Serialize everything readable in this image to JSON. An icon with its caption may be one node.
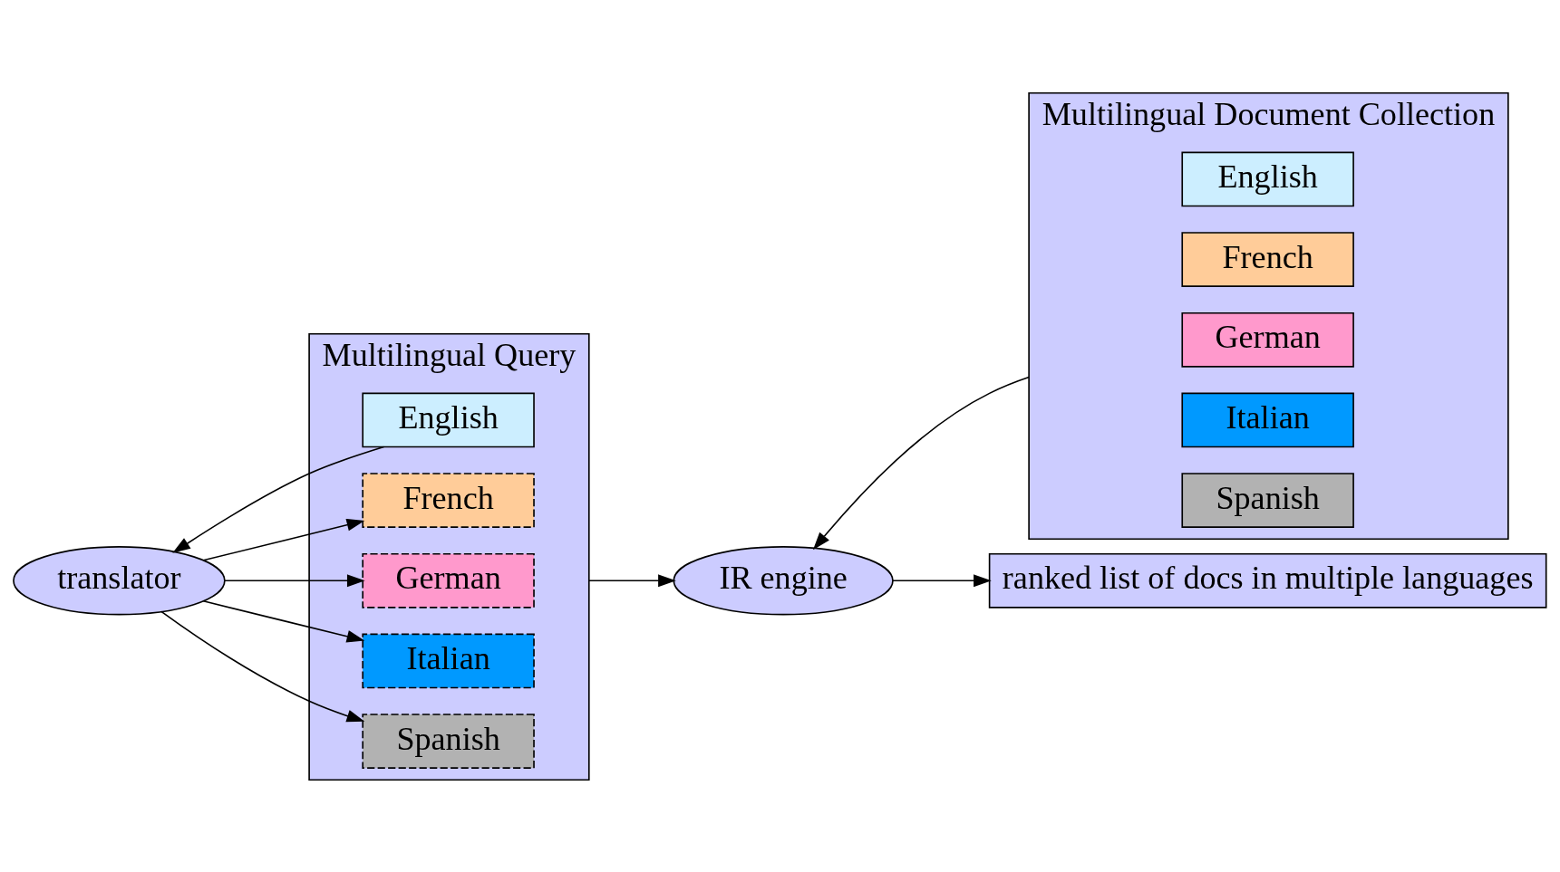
{
  "diagram": {
    "nodes": [
      {
        "text": [
          "Multilingual Query"
        ]
      },
      {
        "text": [
          "English"
        ],
        "in": 0
      },
      {
        "text": [
          "French"
        ],
        "in": 0
      },
      {
        "text": [
          "German"
        ],
        "in": 0
      },
      {
        "text": [
          "Italian"
        ],
        "in": 0
      },
      {
        "text": [
          "Spanish"
        ],
        "in": 0
      },
      {
        "text": [
          "translator"
        ]
      },
      {
        "text": [
          "IR engine"
        ]
      },
      {
        "text": [
          "Multilingual Document Collection"
        ]
      },
      {
        "text": [
          "English"
        ],
        "in": 8
      },
      {
        "text": [
          "French"
        ],
        "in": 8
      },
      {
        "text": [
          "German"
        ],
        "in": 8
      },
      {
        "text": [
          "Italian"
        ],
        "in": 8
      },
      {
        "text": [
          "Spanish"
        ],
        "in": 8
      },
      {
        "text": [
          "ranked list of docs in multiple languages"
        ]
      }
    ],
    "edges": [
      {
        "from": 1,
        "to": 6,
        "arrow": "to"
      },
      {
        "from": 6,
        "to": 2,
        "arrow": "to"
      },
      {
        "from": 6,
        "to": 3,
        "arrow": "to"
      },
      {
        "from": 6,
        "to": 4,
        "arrow": "to"
      },
      {
        "from": 6,
        "to": 5,
        "arrow": "to"
      },
      {
        "from": 0,
        "to": 7,
        "arrow": "to"
      },
      {
        "from": 8,
        "to": 7,
        "arrow": "to"
      },
      {
        "from": 7,
        "to": 14,
        "arrow": "to"
      }
    ]
  }
}
